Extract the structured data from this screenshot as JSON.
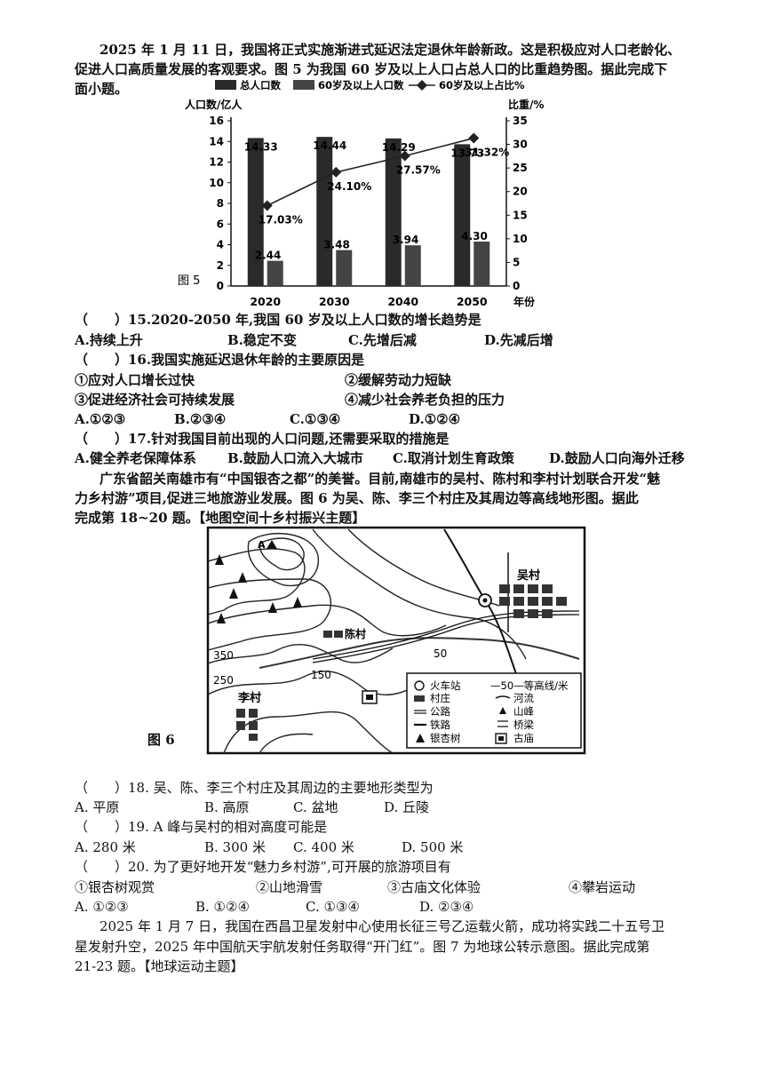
{
  "intro1": {
    "line1": "2025 年 1 月 11 日，我国将正式实施渐进式延迟法定退休年龄新政。这是积极应对人口老龄化、",
    "line2": "促进人口高质量发展的客观要求。图 5 为我国 60 岁及以上人口占总人口的比重趋势图。据此完成下",
    "line3": "面小题。"
  },
  "chart_data": {
    "type": "bar",
    "title": "",
    "legend": [
      "总人口数",
      "60岁及以上人口数",
      "60岁及以上占比%"
    ],
    "legend_position": "top",
    "ylabel_left": "人口数/亿人",
    "ylabel_right": "比重/%",
    "xlabel": "年份",
    "figure_label": "图 5",
    "categories": [
      "2020",
      "2030",
      "2040",
      "2050"
    ],
    "ylim_left": [
      0,
      16
    ],
    "ylim_right": [
      0,
      35
    ],
    "yticks_left": [
      "0",
      "2",
      "4",
      "6",
      "8",
      "10",
      "12",
      "14",
      "16"
    ],
    "yticks_right": [
      "0",
      "5",
      "10",
      "15",
      "20",
      "25",
      "30",
      "35"
    ],
    "series": [
      {
        "name": "总人口数",
        "type": "bar",
        "values": [
          14.33,
          14.44,
          14.29,
          13.73
        ],
        "labels": [
          "14.33",
          "14.44",
          "14.29",
          "13.73"
        ]
      },
      {
        "name": "60岁及以上人口数",
        "type": "bar",
        "values": [
          2.44,
          3.48,
          3.94,
          4.3
        ],
        "labels": [
          "2.44",
          "3.48",
          "3.94",
          "4.30"
        ]
      },
      {
        "name": "60岁及以上占比%",
        "type": "line",
        "axis": "right",
        "values": [
          17.03,
          24.1,
          27.57,
          31.32
        ],
        "labels": [
          "17.03%",
          "24.10%",
          "27.57%",
          "31.32%"
        ]
      }
    ],
    "colors": {
      "total": "#2a2a2a",
      "elder": "#444444",
      "line": "#222222"
    }
  },
  "q15": {
    "stem": "（　　）15.2020-2050 年,我国 60 岁及以上人口数的增长趋势是",
    "options": [
      "A.持续上升",
      "B.稳定不变",
      "C.先增后减",
      "D.先减后增"
    ]
  },
  "q16": {
    "stem": "（　　）16.我国实施延迟退休年龄的主要原因是",
    "items": [
      "①应对人口增长过快",
      "②缓解劳动力短缺",
      "③促进经济社会可持续发展",
      "④减少社会养老负担的压力"
    ],
    "options": [
      "A.①②③",
      "B.②③④",
      "C.①③④",
      "D.①②④"
    ]
  },
  "q17": {
    "stem": "（　　）17.针对我国目前出现的人口问题,还需要采取的措施是",
    "options": [
      "A.健全养老保障体系",
      "B.鼓励人口流入大城市",
      "C.取消计划生育政策",
      "D.鼓励人口向海外迁移"
    ]
  },
  "intro2": {
    "line1": "广东省韶关南雄市有“中国银杏之都”的美誉。目前,南雄市的吴村、陈村和李村计划联合开发“魅",
    "line2": "力乡村游”项目,促进三地旅游业发展。图 6 为吴、陈、李三个村庄及其周边等高线地形图。据此",
    "line3": "完成第 18~20 题。【地图空间十乡村振兴主题】"
  },
  "map": {
    "figure_label": "图 6",
    "village_wu": "吴村",
    "village_chen": "陈村",
    "village_li": "李村",
    "peak_label": "A",
    "contours": [
      "350",
      "250",
      "150",
      "50"
    ],
    "legend": [
      {
        "icon": "station-icon",
        "text": "火车站"
      },
      {
        "icon": "contour-icon",
        "text": "—50—等高线/米"
      },
      {
        "icon": "village-icon",
        "text": "村庄"
      },
      {
        "icon": "river-icon",
        "text": "河流"
      },
      {
        "icon": "road-icon",
        "text": "公路"
      },
      {
        "icon": "peak-icon",
        "text": "山峰"
      },
      {
        "icon": "railway-icon",
        "text": "铁路"
      },
      {
        "icon": "bridge-icon",
        "text": "桥梁"
      },
      {
        "icon": "ginkgo-icon",
        "text": "银杏树"
      },
      {
        "icon": "temple-icon",
        "text": "古庙"
      }
    ]
  },
  "q18": {
    "stem": "（　　）18. 吴、陈、李三个村庄及其周边的主要地形类型为",
    "options": [
      "A. 平原",
      "B. 高原",
      "C. 盆地",
      "D. 丘陵"
    ]
  },
  "q19": {
    "stem": "（　　）19. A 峰与吴村的相对高度可能是",
    "options": [
      "A. 280 米",
      "B. 300 米",
      "C. 400 米",
      "D. 500 米"
    ]
  },
  "q20": {
    "stem": "（　　）20. 为了更好地开发“魅力乡村游”,可开展的旅游项目有",
    "items": [
      "①银杏树观赏",
      "②山地滑雪",
      "③古庙文化体验",
      "④攀岩运动"
    ],
    "options": [
      "A. ①②③",
      "B. ①②④",
      "C. ①③④",
      "D. ②③④"
    ]
  },
  "intro3": {
    "line1": "2025 年 1 月 7 日，我国在西昌卫星发射中心使用长征三号乙运载火箭，成功将实践二十五号卫",
    "line2": "星发射升空，2025 年中国航天宇航发射任务取得“开门红”。图 7 为地球公转示意图。据此完成第",
    "line3": "21-23 题。【地球运动主题】"
  }
}
